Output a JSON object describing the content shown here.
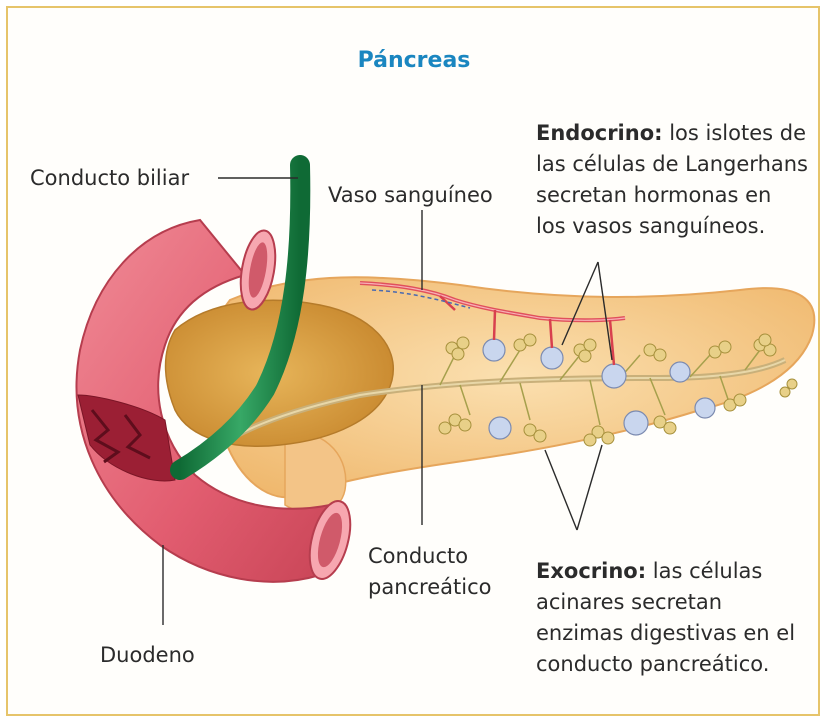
{
  "title": "Páncreas",
  "labels": {
    "conducto_biliar": "Conducto biliar",
    "vaso_sanguineo": "Vaso sanguíneo",
    "duodeno": "Duodeno",
    "conducto_pancreatico": [
      "Conducto",
      "pancreático"
    ],
    "endocrino": {
      "term": "Endocrino:",
      "lines": [
        " los islotes de",
        "las células de Langerhans",
        "secretan hormonas en",
        "los vasos sanguíneos."
      ]
    },
    "exocrino": {
      "term": "Exocrino:",
      "lines": [
        " las células",
        "acinares secretan",
        "enzimas digestivas en el",
        "conducto pancreático."
      ]
    }
  },
  "colors": {
    "title": "#1a86c0",
    "border": "#e6c46a",
    "pancreas": "#f7cc8e",
    "duodenum": "#e4687a",
    "bile_duct": "#1f8a4a",
    "blood_vessel": "#e0505c",
    "islet": "#c9d6ee",
    "acini": "#e8d088"
  }
}
